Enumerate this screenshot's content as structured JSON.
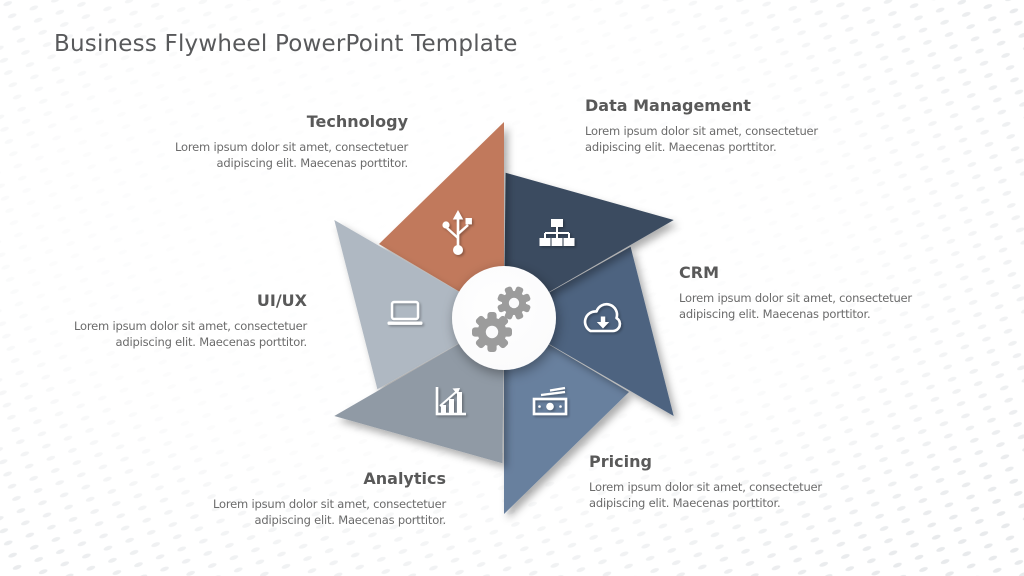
{
  "slide_title": "Business Flywheel PowerPoint Template",
  "center": {
    "icon": "gears-icon",
    "gear_color": "#9c9c9c",
    "circle_color": "#ffffff"
  },
  "sections": [
    {
      "label": "Technology",
      "icon": "usb-icon",
      "color": "#c1795b",
      "body_line1": "Lorem ipsum dolor sit amet, consectetuer",
      "body_line2": "adipiscing elit.  Maecenas porttitor."
    },
    {
      "label": "Data Management",
      "icon": "sitemap-icon",
      "color": "#3a4b61",
      "body_line1": "Lorem ipsum dolor sit amet, consectetuer",
      "body_line2": "adipiscing elit.  Maecenas porttitor."
    },
    {
      "label": "CRM",
      "icon": "cloud-download-icon",
      "color": "#4d6380",
      "body_line1": "Lorem ipsum dolor sit amet, consectetuer",
      "body_line2": "adipiscing elit.  Maecenas porttitor."
    },
    {
      "label": "Pricing",
      "icon": "money-icon",
      "color": "#68809e",
      "body_line1": "Lorem ipsum dolor sit amet, consectetuer",
      "body_line2": "adipiscing elit.  Maecenas porttitor."
    },
    {
      "label": "Analytics",
      "icon": "bar-chart-icon",
      "color": "#909aa5",
      "body_line1": "Lorem ipsum dolor sit amet, consectetuer",
      "body_line2": "adipiscing elit.  Maecenas porttitor."
    },
    {
      "label": "UI/UX",
      "icon": "laptop-icon",
      "color": "#afb8c2",
      "body_line1": "Lorem ipsum dolor sit amet, consectetuer",
      "body_line2": "adipiscing elit.  Maecenas porttitor."
    }
  ]
}
